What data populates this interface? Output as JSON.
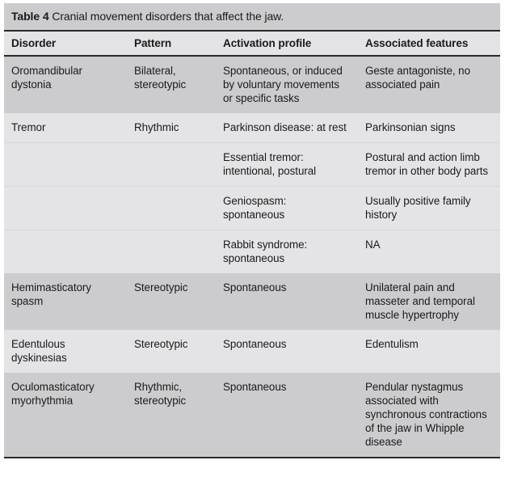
{
  "figure": {
    "caption_label": "Table 4",
    "caption_text": "Cranial movement disorders that affect the jaw."
  },
  "table": {
    "columns": [
      {
        "key": "disorder",
        "label": "Disorder"
      },
      {
        "key": "pattern",
        "label": "Pattern"
      },
      {
        "key": "activation",
        "label": "Activation profile"
      },
      {
        "key": "features",
        "label": "Associated features"
      }
    ],
    "rows": [
      {
        "disorder": "Oromandibular dystonia",
        "pattern": "Bilateral, stereotypic",
        "activation": "Spontaneous, or induced by voluntary movements or specific tasks",
        "features": "Geste antagoniste, no associated pain"
      },
      {
        "disorder": "Tremor",
        "pattern": "Rhythmic",
        "activation": "Parkinson disease: at rest",
        "features": "Parkinsonian signs"
      },
      {
        "disorder": "",
        "pattern": "",
        "activation": "Essential tremor: intentional, postural",
        "features": "Postural and action limb tremor in other body parts"
      },
      {
        "disorder": "",
        "pattern": "",
        "activation": "Geniospasm: spontaneous",
        "features": "Usually positive family history"
      },
      {
        "disorder": "",
        "pattern": "",
        "activation": "Rabbit syndrome: spontaneous",
        "features": "NA"
      },
      {
        "disorder": "Hemimasticatory spasm",
        "pattern": "Stereotypic",
        "activation": "Spontaneous",
        "features": "Unilateral pain and masseter and temporal muscle hypertrophy"
      },
      {
        "disorder": "Edentulous dyskinesias",
        "pattern": "Stereotypic",
        "activation": "Spontaneous",
        "features": "Edentulism"
      },
      {
        "disorder": "Oculomasticatory myorhythmia",
        "pattern": "Rhythmic, stereotypic",
        "activation": "Spontaneous",
        "features": "Pendular nystagmus associated with synchronous contractions of the jaw in Whipple disease"
      }
    ]
  },
  "colors": {
    "band_dark": "#ccccce",
    "band_light": "#e4e4e6",
    "rule": "#2b2b2b",
    "text": "#1a1a1a",
    "page": "#ffffff"
  }
}
